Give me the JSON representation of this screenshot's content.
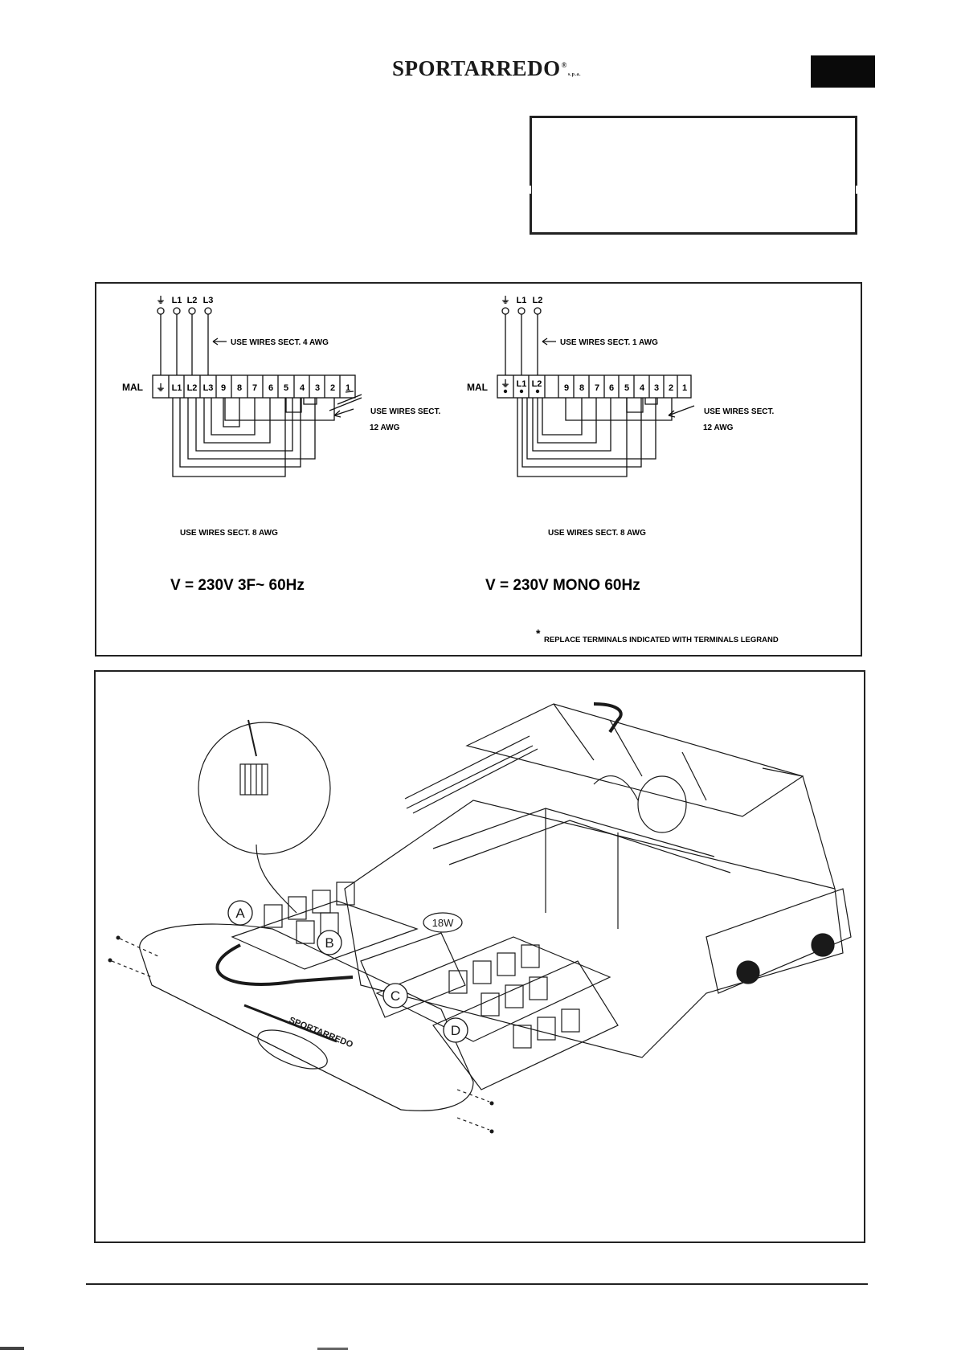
{
  "header": {
    "brand": "SPORTARREDO",
    "brand_mark": "®",
    "brand_suffix": "s.p.a."
  },
  "wiring": {
    "left": {
      "earth_symbol": "⏚",
      "top_labels": [
        "L1",
        "L2",
        "L3"
      ],
      "wire_note": "USE WIRES SECT. 4 AWG",
      "mal_label": "MAL",
      "terminals": [
        "⏚",
        "L1",
        "L2",
        "L3",
        "9",
        "8",
        "7",
        "6",
        "5",
        "4",
        "3",
        "2",
        "1"
      ],
      "side_note_line1": "USE WIRES SECT.",
      "side_note_line2": "12 AWG",
      "bottom_note": "USE WIRES SECT. 8 AWG",
      "voltage": "V = 230V 3F~ 60Hz"
    },
    "right": {
      "earth_symbol": "⏚",
      "top_labels": [
        "L1",
        "L2"
      ],
      "wire_note": "USE WIRES SECT. 1 AWG",
      "mal_label": "MAL",
      "terminals": [
        "⏚",
        "L1",
        "L2",
        "",
        "9",
        "8",
        "7",
        "6",
        "5",
        "4",
        "3",
        "2",
        "1"
      ],
      "side_note_line1": "USE WIRES SECT.",
      "side_note_line2": "12 AWG",
      "bottom_note": "USE WIRES SECT. 8 AWG",
      "voltage": "V = 230V MONO 60Hz"
    },
    "footnote_star": "*",
    "footnote": "REPLACE TERMINALS INDICATED WITH TERMINALS LEGRAND"
  },
  "machine": {
    "labels": [
      "A",
      "B",
      "C",
      "D"
    ],
    "badge": "18W",
    "front_logo": "SPORTARREDO"
  }
}
